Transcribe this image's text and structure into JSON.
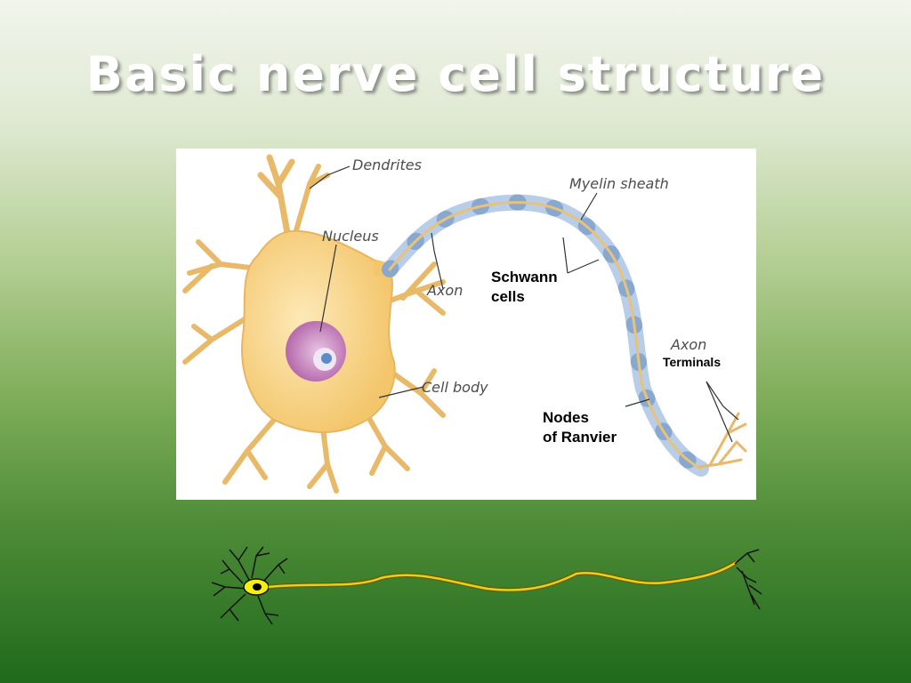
{
  "slide": {
    "title": "Basic nerve cell structure"
  },
  "diagram": {
    "labels": {
      "dendrites": "Dendrites",
      "myelin_sheath": "Myelin sheath",
      "nucleus": "Nucleus",
      "axon": "Axon",
      "schwann_line1": "Schwann",
      "schwann_line2": "cells",
      "axon_terminals_line1": "Axon",
      "axon_terminals_line2": "Terminals",
      "cell_body": "Cell body",
      "nodes_line1": "Nodes",
      "nodes_line2": "of Ranvier"
    }
  },
  "colors": {
    "cell_body": "#f7d98c",
    "nucleus": "#b56aa8",
    "myelin": "#b7cde8",
    "axon_core": "#e9c27a",
    "mini_neuron_axon": "#e6d21a"
  }
}
